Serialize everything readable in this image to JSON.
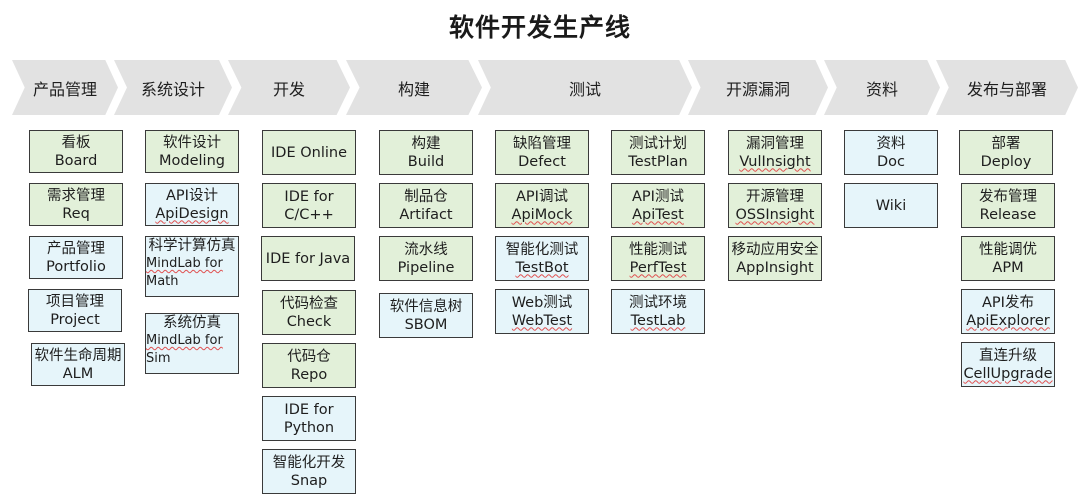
{
  "title": "软件开发生产线",
  "stages": [
    {
      "label": "产品管理"
    },
    {
      "label": "系统设计"
    },
    {
      "label": "开发"
    },
    {
      "label": "构建"
    },
    {
      "label": "测试"
    },
    {
      "label": "开源漏洞"
    },
    {
      "label": "资料"
    },
    {
      "label": "发布与部署"
    }
  ],
  "colors": {
    "green_box": "#e2f0d9",
    "blue_box": "#e6f5fa",
    "chevron": "#e2e2e2"
  },
  "boxes": {
    "pm": [
      {
        "zh": "看板",
        "en": "Board",
        "color": "green"
      },
      {
        "zh": "需求管理",
        "en": "Req",
        "color": "green"
      },
      {
        "zh": "产品管理",
        "en": "Portfolio",
        "color": "blue"
      },
      {
        "zh": "项目管理",
        "en": "Project",
        "color": "blue"
      },
      {
        "zh": "软件生命周期",
        "en": "ALM",
        "color": "blue"
      }
    ],
    "design": [
      {
        "zh": "软件设计",
        "en": "Modeling",
        "color": "green"
      },
      {
        "zh": "API设计",
        "en": "ApiDesign",
        "color": "blue"
      },
      {
        "zh": "科学计算仿真",
        "en": "MindLab for",
        "en2": "Math",
        "color": "blue"
      },
      {
        "zh": "系统仿真",
        "en": "MindLab for",
        "en2": "Sim",
        "color": "blue"
      }
    ],
    "dev": [
      {
        "zh": "",
        "en": "IDE Online",
        "color": "green"
      },
      {
        "zh": "IDE for",
        "en": "C/C++",
        "color": "green"
      },
      {
        "zh": "",
        "en": "IDE for Java",
        "color": "green"
      },
      {
        "zh": "代码检查",
        "en": "Check",
        "color": "green"
      },
      {
        "zh": "代码仓",
        "en": "Repo",
        "color": "green"
      },
      {
        "zh": "IDE for",
        "en": "Python",
        "color": "blue"
      },
      {
        "zh": "智能化开发",
        "en": "Snap",
        "color": "blue"
      }
    ],
    "build": [
      {
        "zh": "构建",
        "en": "Build",
        "color": "green"
      },
      {
        "zh": "制品仓",
        "en": "Artifact",
        "color": "green"
      },
      {
        "zh": "流水线",
        "en": "Pipeline",
        "color": "green"
      },
      {
        "zh": "软件信息树",
        "en": "SBOM",
        "color": "blue"
      }
    ],
    "test1": [
      {
        "zh": "缺陷管理",
        "en": "Defect",
        "color": "green"
      },
      {
        "zh": "API调试",
        "en": "ApiMock",
        "color": "green"
      },
      {
        "zh": "智能化测试",
        "en": "TestBot",
        "color": "blue"
      },
      {
        "zh": "Web测试",
        "en": "WebTest",
        "color": "blue"
      }
    ],
    "test2": [
      {
        "zh": "测试计划",
        "en": "TestPlan",
        "color": "green"
      },
      {
        "zh": "API测试",
        "en": "ApiTest",
        "color": "green"
      },
      {
        "zh": "性能测试",
        "en": "PerfTest",
        "color": "green"
      },
      {
        "zh": "测试环境",
        "en": "TestLab",
        "color": "blue"
      }
    ],
    "oss": [
      {
        "zh": "漏洞管理",
        "en": "VulInsight",
        "color": "green"
      },
      {
        "zh": "开源管理",
        "en": "OSSInsight",
        "color": "green"
      },
      {
        "zh": "移动应用安全",
        "en": "AppInsight",
        "color": "green"
      }
    ],
    "docs": [
      {
        "zh": "资料",
        "en": "Doc",
        "color": "blue"
      },
      {
        "zh": "",
        "en": "Wiki",
        "color": "blue"
      }
    ],
    "deploy": [
      {
        "zh": "部署",
        "en": "Deploy",
        "color": "green"
      },
      {
        "zh": "发布管理",
        "en": "Release",
        "color": "green"
      },
      {
        "zh": "性能调优",
        "en": "APM",
        "color": "green"
      },
      {
        "zh": "API发布",
        "en": "ApiExplorer",
        "color": "blue"
      },
      {
        "zh": "直连升级",
        "en": "CellUpgrade",
        "color": "blue"
      }
    ]
  }
}
